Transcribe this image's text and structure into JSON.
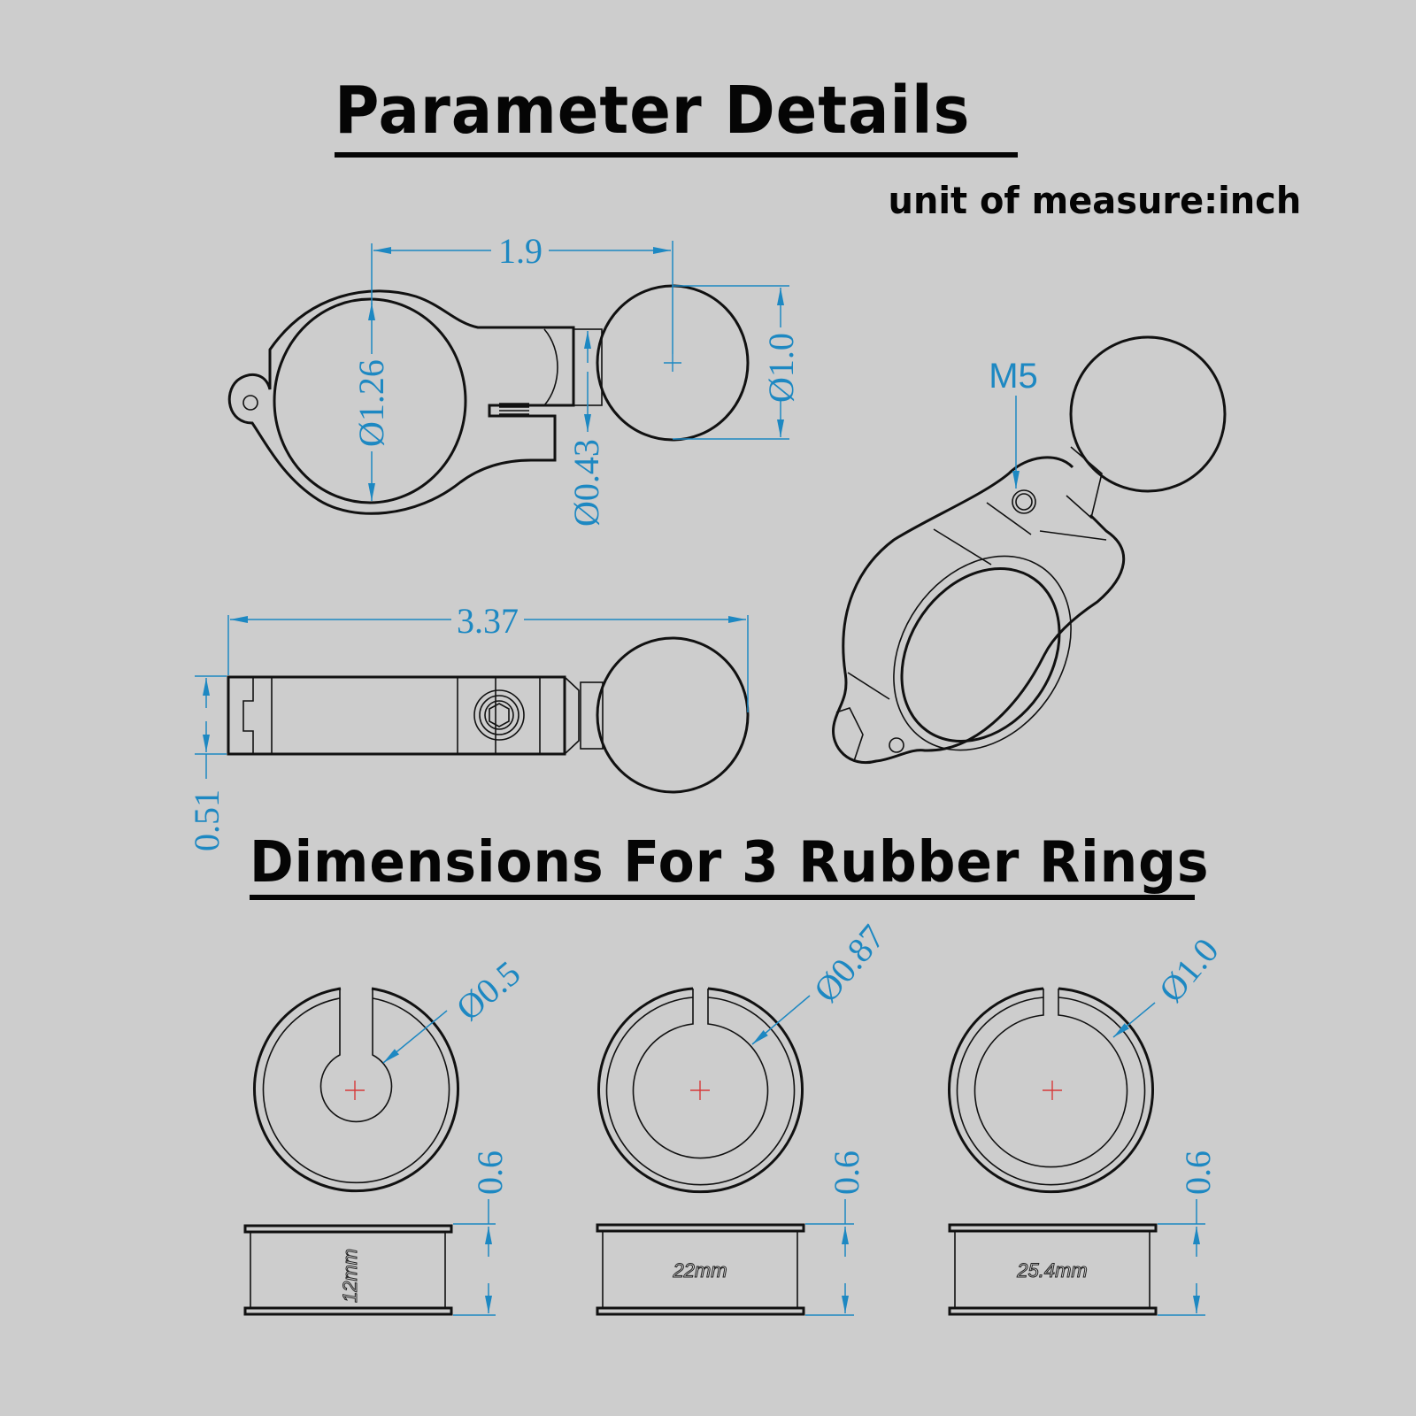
{
  "header": {
    "title": "Parameter Details",
    "unit_note": "unit of measure:inch"
  },
  "clamp_views": {
    "side_view": {
      "dim_center_distance": "1.9",
      "dim_clamp_inner_diameter": "Ø1.26",
      "dim_neck_diameter": "Ø0.43",
      "dim_ball_diameter": "Ø1.0"
    },
    "top_view": {
      "dim_total_length": "3.37",
      "dim_thickness": "0.51"
    },
    "isometric_view": {
      "screw_label": "M5"
    }
  },
  "rings_section": {
    "title": "Dimensions For 3 Rubber Rings",
    "rings": [
      {
        "diameter": "Ø0.5",
        "height": "0.6",
        "size_label": "12mm"
      },
      {
        "diameter": "Ø0.87",
        "height": "0.6",
        "size_label": "22mm"
      },
      {
        "diameter": "Ø1.0",
        "height": "0.6",
        "size_label": "25.4mm"
      }
    ]
  },
  "colors": {
    "background": "#cdcdcd",
    "dimension_blue": "#1d88c2",
    "centerline_red": "#d63a3a",
    "outline": "#111111"
  }
}
